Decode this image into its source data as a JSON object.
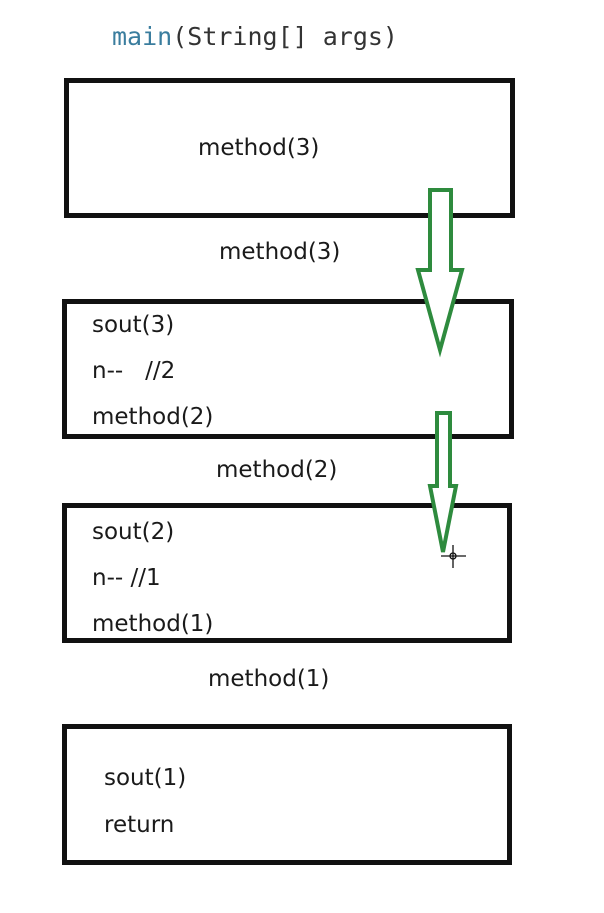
{
  "header": {
    "function_name": "main",
    "signature_rest": "(String[] args)"
  },
  "frames": [
    {
      "lines": [
        "method(3)"
      ]
    },
    {
      "lines": [
        "sout(3)",
        "n--   //2",
        "method(2)"
      ]
    },
    {
      "lines": [
        "sout(2)",
        "n-- //1",
        "method(1)"
      ]
    },
    {
      "lines": [
        "sout(1)",
        "return"
      ]
    }
  ],
  "calls": [
    "method(3)",
    "method(2)",
    "method(1)"
  ],
  "colors": {
    "arrow": "#2e8b3e",
    "frame_border": "#111111",
    "header_fn": "#3a7d9e"
  },
  "icons": [
    "down-arrow-icon",
    "crosshair-cursor-icon"
  ]
}
